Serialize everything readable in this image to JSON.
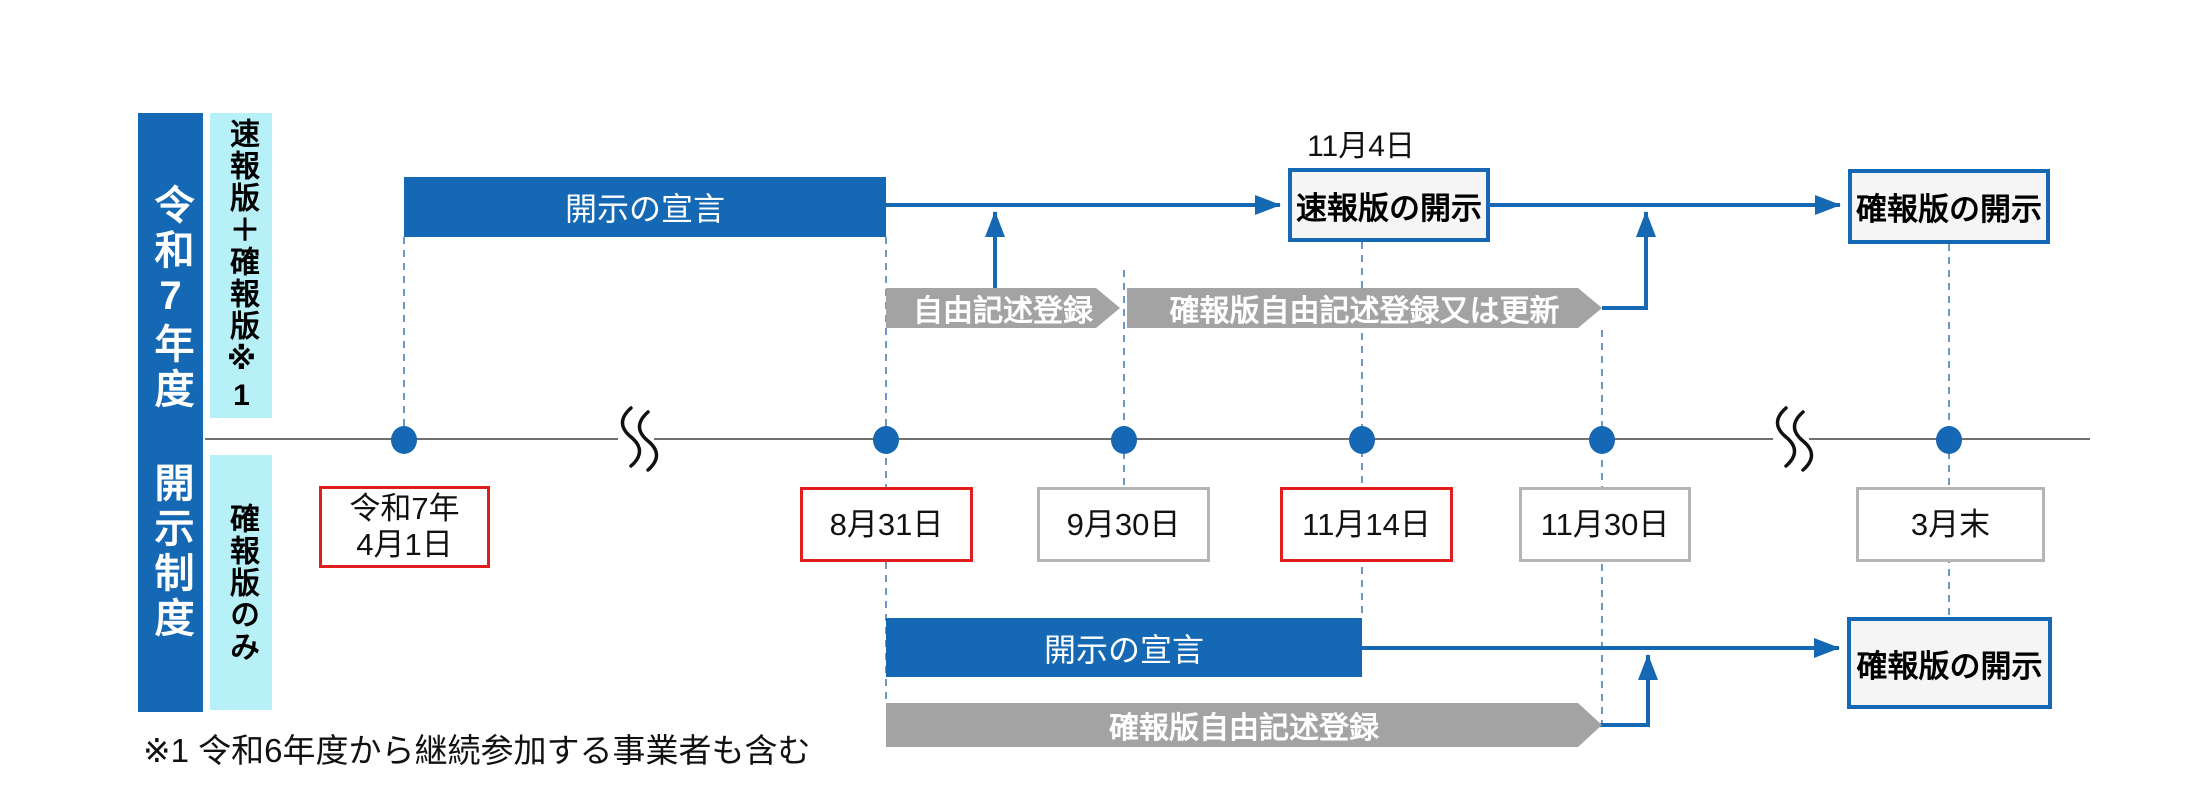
{
  "colors": {
    "blue": "#1568b3",
    "cyan": "#b8f0f8",
    "gray_band": "#a3a3a3",
    "red": "#e11d1d",
    "gray_border": "#b5b5b5",
    "box_fill": "#f5f5f5"
  },
  "sidebar": {
    "title": "令和7年度 開示制度",
    "row_top": "速報版＋確報版※1",
    "row_bottom": "確報版のみ"
  },
  "top_track": {
    "declaration": "開示の宣言",
    "band1": "自由記述登録",
    "band2": "確報版自由記述登録又は更新",
    "flash_date": "11月4日",
    "flash_box": "速報版の開示",
    "final_box": "確報版の開示"
  },
  "bottom_track": {
    "declaration": "開示の宣言",
    "band": "確報版自由記述登録",
    "final_box": "確報版の開示"
  },
  "timeline": {
    "dates": [
      {
        "line1": "令和7年",
        "line2": "4月1日",
        "style": "red"
      },
      {
        "label": "8月31日",
        "style": "red"
      },
      {
        "label": "9月30日",
        "style": "gray"
      },
      {
        "label": "11月14日",
        "style": "red"
      },
      {
        "label": "11月30日",
        "style": "gray"
      },
      {
        "label": "3月末",
        "style": "gray"
      }
    ]
  },
  "footnote": "※1 令和6年度から継続参加する事業者も含む"
}
